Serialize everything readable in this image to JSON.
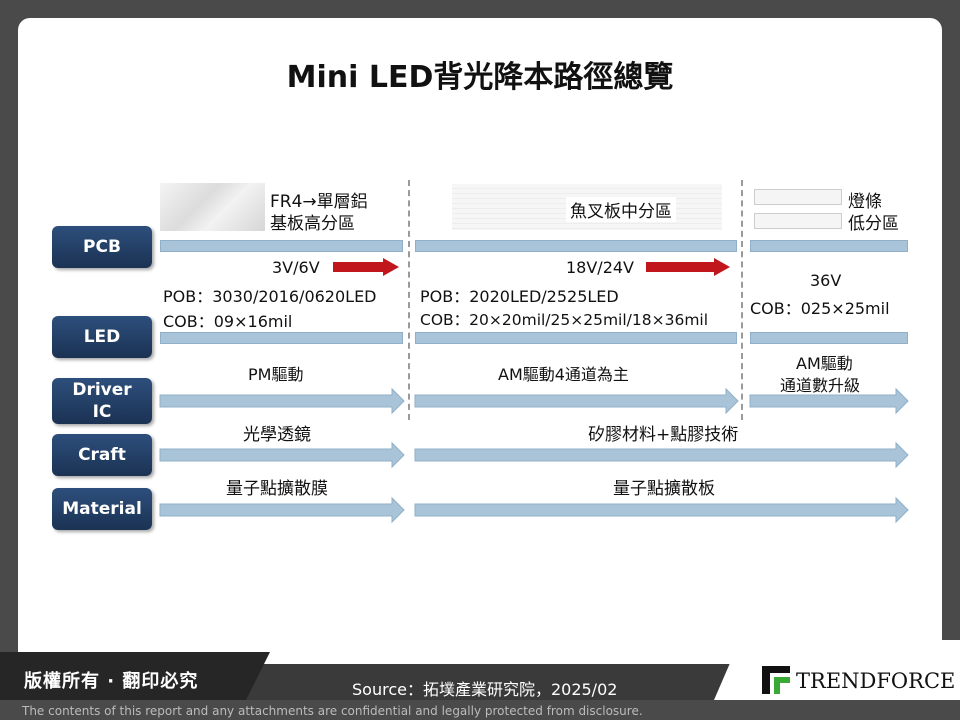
{
  "title": "Mini LED背光降本路徑總覽",
  "rows": {
    "pcb": "PCB",
    "led": "LED",
    "driver_line1": "Driver",
    "driver_line2": "IC",
    "craft": "Craft",
    "material": "Material"
  },
  "pcb": {
    "col1_line1": "FR4→單層鋁",
    "col1_line2": "基板高分區",
    "col2": "魚叉板中分區",
    "col3_line1": "燈條",
    "col3_line2": "低分區"
  },
  "led": {
    "col1_voltage": "3V/6V",
    "col1_pob": "POB：3030/2016/0620LED",
    "col1_cob": "COB：09×16mil",
    "col2_voltage": "18V/24V",
    "col2_pob": "POB：2020LED/2525LED",
    "col2_cob": "COB：20×20mil/25×25mil/18×36mil",
    "col3_voltage": "36V",
    "col3_cob": "COB：025×25mil"
  },
  "driver": {
    "col1": "PM驅動",
    "col2": "AM驅動4通道為主",
    "col3_line1": "AM驅動",
    "col3_line2": "通道數升級"
  },
  "craft": {
    "col1": "光學透鏡",
    "col2": "矽膠材料+點膠技術"
  },
  "material": {
    "col1": "量子點擴散膜",
    "col2": "量子點擴散板"
  },
  "footer": {
    "copyright": "版權所有 · 翻印必究",
    "source": "Source：拓墣產業研究院，2025/02",
    "logo": "TRENDFORCE",
    "disclaimer": "The contents of this report and any attachments are confidential and legally protected from disclosure."
  },
  "colors": {
    "row_label": "#1b3253",
    "bar": "#a9c4d8",
    "arrow_red": "#c0161c"
  }
}
